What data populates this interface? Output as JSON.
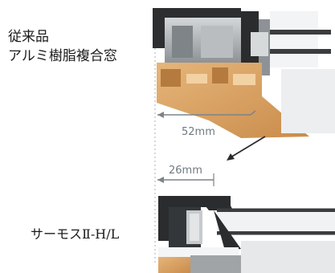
{
  "labels": {
    "conventional_line1": "従来品",
    "conventional_line2": "アルミ樹脂複合窓",
    "product": "サーモスⅡ-H/L"
  },
  "dimensions": {
    "conventional_depth": "52mm",
    "product_depth": "26mm"
  },
  "colors": {
    "aluminum": "#a9adb0",
    "resin": "#d9a56a",
    "glass_edge": "#3a3d40",
    "dimension_line": "#7b8489"
  }
}
